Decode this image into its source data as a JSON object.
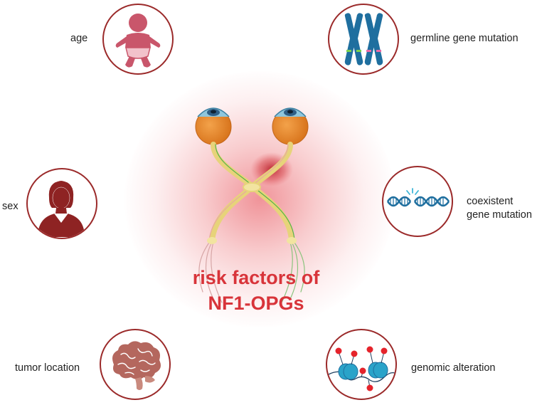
{
  "title": {
    "line1": "risk factors of",
    "line2": "NF1-OPGs"
  },
  "factors": [
    {
      "id": "age",
      "label": "age",
      "icon": "baby-icon"
    },
    {
      "id": "germline",
      "label": "germline gene mutation",
      "icon": "chromosome-icon"
    },
    {
      "id": "sex",
      "label": "sex",
      "icon": "female-person-icon"
    },
    {
      "id": "coexistent",
      "label_line1": "coexistent",
      "label_line2": "gene mutation",
      "icon": "dna-break-icon"
    },
    {
      "id": "tumor",
      "label": "tumor location",
      "icon": "brain-icon"
    },
    {
      "id": "genomic",
      "label": "genomic alteration",
      "icon": "methylated-nucleosome-icon"
    }
  ],
  "colors": {
    "circle_border": "#9b2a2a",
    "title_red": "#d8343a",
    "baby_pink": "#c9566b",
    "chromosome_blue": "#1f6f9f",
    "person_maroon": "#8e2323",
    "brain_brown": "#b4675e",
    "nucleosome_cyan": "#2aa3c9",
    "methyl_red": "#e5232b",
    "eye_orange": "#e8892e"
  }
}
